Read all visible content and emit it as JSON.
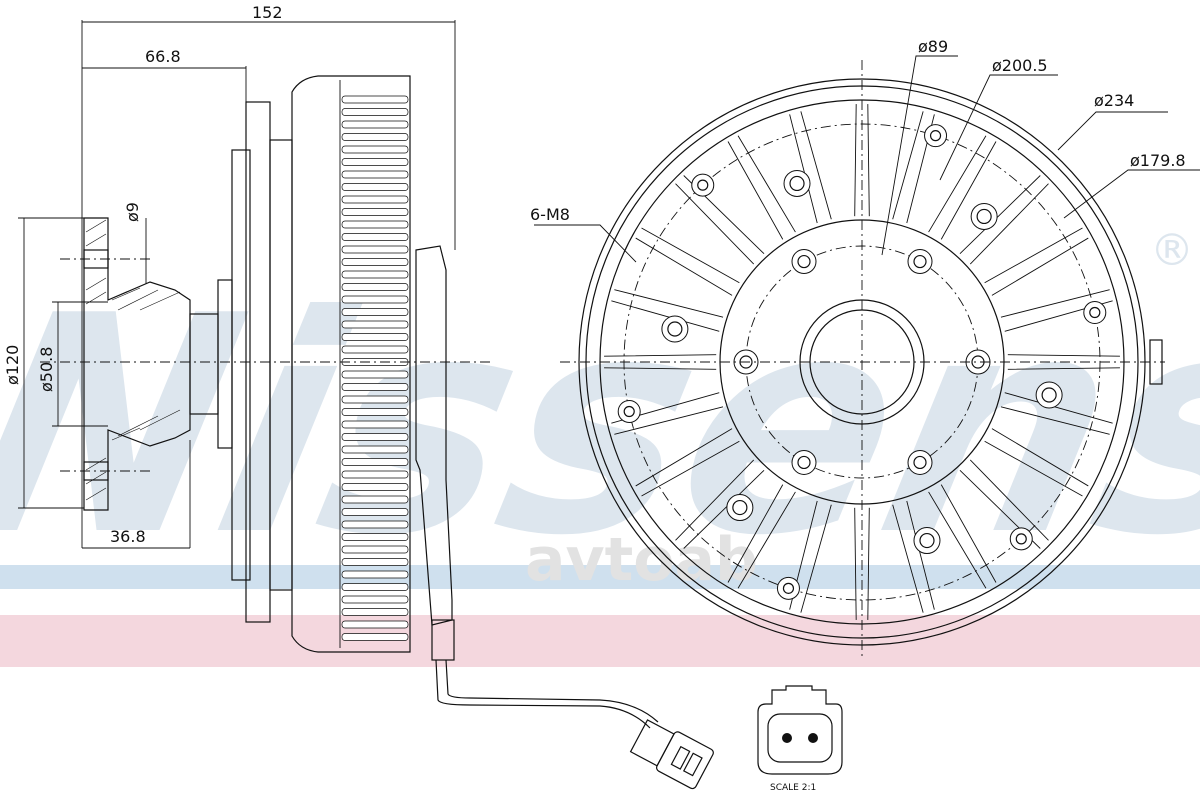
{
  "watermark": {
    "brand": "Nissens",
    "registered": "®",
    "secondary": "avtoab"
  },
  "colors": {
    "band_blue": "#cfe0ee",
    "band_pink": "#f4d7de",
    "watermark": "#dde6ee",
    "line": "#111111"
  },
  "dimensions": {
    "overall_length": "152",
    "hub_offset": "66.8",
    "flange_depth": "36.8",
    "flange_diameter": "ø120",
    "bore_diameter": "ø50.8",
    "bolt_hole": "ø9",
    "center_bore": "ø89",
    "bolt_circle": "ø200.5",
    "outer_diameter": "ø234",
    "inner_ring": "ø179.8",
    "thread_spec": "6-M8"
  },
  "connector": {
    "scale_label": "SCALE 2:1"
  }
}
